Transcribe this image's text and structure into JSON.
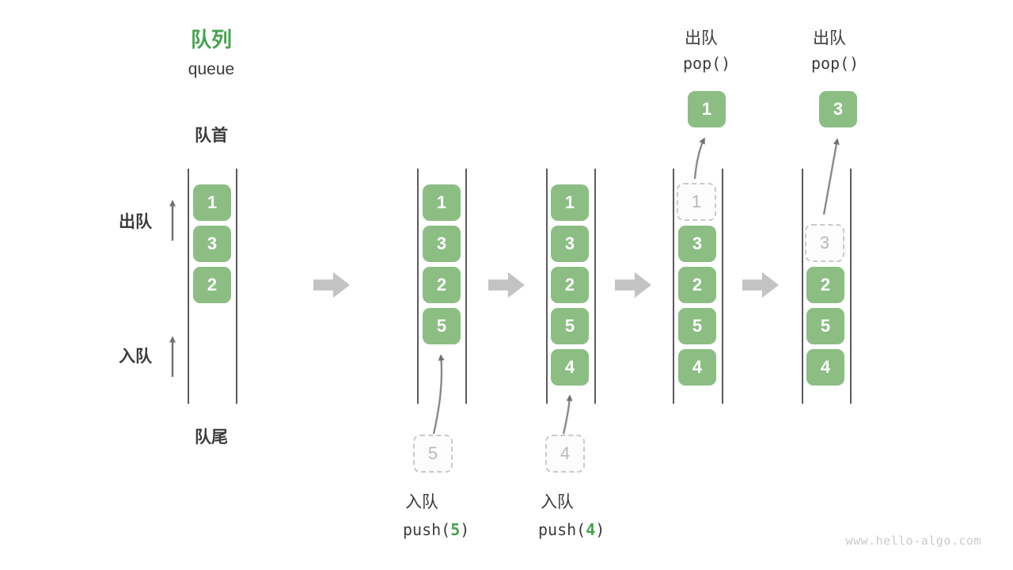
{
  "title": {
    "heading": "队列",
    "subtitle": "queue"
  },
  "side_labels": {
    "front": "队首",
    "dequeue": "出队",
    "enqueue": "入队",
    "rear": "队尾"
  },
  "colors": {
    "solid_green": "#8cbe84",
    "accent_green": "#44a34e",
    "gray_arrow": "#c3c3c3",
    "line": "#5b5b5b",
    "text_dark": "#3c3c3c",
    "dashed_border": "#c9c9c9",
    "dashed_text": "#b8b8b8",
    "dashed_bg": "#fcfcfc",
    "thin_arrow": "#717171",
    "watermark": "#cbcbcb"
  },
  "columns": [
    {
      "cells": [
        {
          "value": "1",
          "style": "solid"
        },
        {
          "value": "3",
          "style": "solid"
        },
        {
          "value": "2",
          "style": "solid"
        }
      ]
    },
    {
      "cells": [
        {
          "value": "1",
          "style": "solid"
        },
        {
          "value": "3",
          "style": "solid"
        },
        {
          "value": "2",
          "style": "solid"
        },
        {
          "value": "5",
          "style": "solid"
        }
      ],
      "staged": {
        "value": "5"
      },
      "op": {
        "label": "入队",
        "fn_prefix": "push(",
        "arg": "5",
        "fn_suffix": ")"
      }
    },
    {
      "cells": [
        {
          "value": "1",
          "style": "solid"
        },
        {
          "value": "3",
          "style": "solid"
        },
        {
          "value": "2",
          "style": "solid"
        },
        {
          "value": "5",
          "style": "solid"
        },
        {
          "value": "4",
          "style": "solid"
        }
      ],
      "staged": {
        "value": "4"
      },
      "op": {
        "label": "入队",
        "fn_prefix": "push(",
        "arg": "4",
        "fn_suffix": ")"
      }
    },
    {
      "cells": [
        {
          "value": "1",
          "style": "dashed"
        },
        {
          "value": "3",
          "style": "solid"
        },
        {
          "value": "2",
          "style": "solid"
        },
        {
          "value": "5",
          "style": "solid"
        },
        {
          "value": "4",
          "style": "solid"
        }
      ],
      "popped": {
        "value": "1"
      },
      "op": {
        "label": "出队",
        "fn": "pop()"
      }
    },
    {
      "cells": [
        {
          "value": "3",
          "style": "dashed"
        },
        {
          "value": "2",
          "style": "solid"
        },
        {
          "value": "5",
          "style": "solid"
        },
        {
          "value": "4",
          "style": "solid"
        }
      ],
      "popped": {
        "value": "3"
      },
      "op": {
        "label": "出队",
        "fn": "pop()"
      }
    }
  ],
  "watermark": "www.hello-algo.com"
}
